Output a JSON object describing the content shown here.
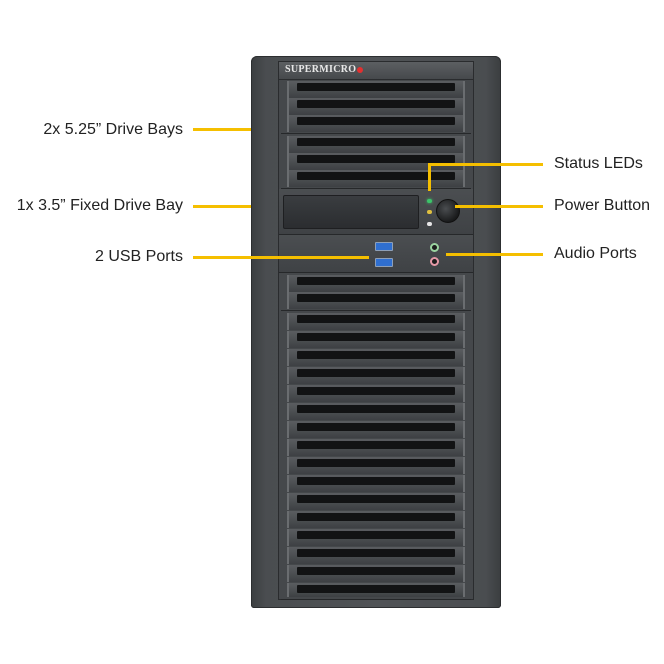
{
  "product": {
    "brand_logo": "SUPERMICRO",
    "colors": {
      "leader_line": "#f5bf00",
      "chassis": "#4a4d50",
      "led_green": "#3cc46a",
      "led_yellow": "#e0c040",
      "led_white": "#e6e6e6",
      "usb_blue": "#2f6fd0",
      "audio_green": "#9bd5a0",
      "audio_pink": "#e79aa8",
      "logo_red": "#e23030"
    }
  },
  "callouts": {
    "left": [
      {
        "label": "2x 5.25” Drive Bays"
      },
      {
        "label": "1x 3.5” Fixed Drive Bay"
      },
      {
        "label": "2 USB Ports"
      }
    ],
    "right": [
      {
        "label": "Status LEDs"
      },
      {
        "label": "Power Button"
      },
      {
        "label": "Audio Ports"
      }
    ]
  },
  "front_panel": {
    "drive_bays_525": 2,
    "slats_per_525_bay": 3,
    "fixed_bay_35": 1,
    "status_leds": [
      "green",
      "yellow",
      "white"
    ],
    "usb_ports": 2,
    "audio_ports": [
      "line-out",
      "mic"
    ],
    "lower_vent_slats": 16
  }
}
